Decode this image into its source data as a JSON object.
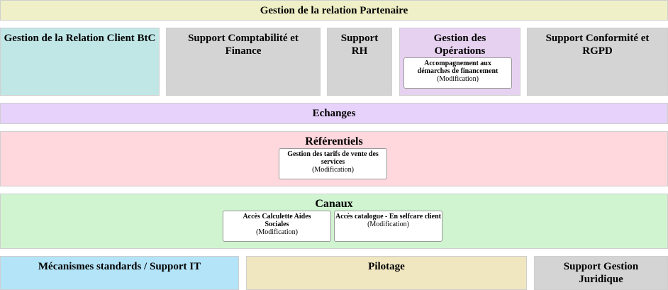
{
  "partenaire": {
    "title": "Gestion de la relation Partenaire",
    "color": "#f0f0c8"
  },
  "row2": [
    {
      "title": "Gestion de la Relation Client BtC",
      "color": "#c0e6e6"
    },
    {
      "title": "Support Comptabilité et Finance",
      "color": "#d4d4d4"
    },
    {
      "title": "Support RH",
      "color": "#d4d4d4"
    },
    {
      "title": "Gestion des Opérations",
      "color": "#e6d2f0",
      "card": {
        "title": "Accompagnement aux démarches de financement",
        "status": "(Modification)"
      }
    },
    {
      "title": "Support Conformité et RGPD",
      "color": "#d4d4d4"
    }
  ],
  "echanges": {
    "title": "Echanges",
    "color": "#e6d2fa"
  },
  "referentiels": {
    "title": "Référentiels",
    "color": "#ffd8de",
    "cards": [
      {
        "title": "Gestion des tarifs de vente des services",
        "status": "(Modification)"
      }
    ]
  },
  "canaux": {
    "title": "Canaux",
    "color": "#d0f4d0",
    "cards": [
      {
        "title": "Accès Calculette Aides Sociales",
        "status": "(Modification)"
      },
      {
        "title": "Accès catalogue - En selfcare client",
        "status": "(Modification)"
      }
    ]
  },
  "bottom": [
    {
      "title": "Mécanismes standards / Support IT",
      "color": "#b4e4f8"
    },
    {
      "title": "Pilotage",
      "color": "#f0e6c0"
    },
    {
      "title": "Support Gestion Juridique",
      "color": "#d4d4d4"
    }
  ]
}
